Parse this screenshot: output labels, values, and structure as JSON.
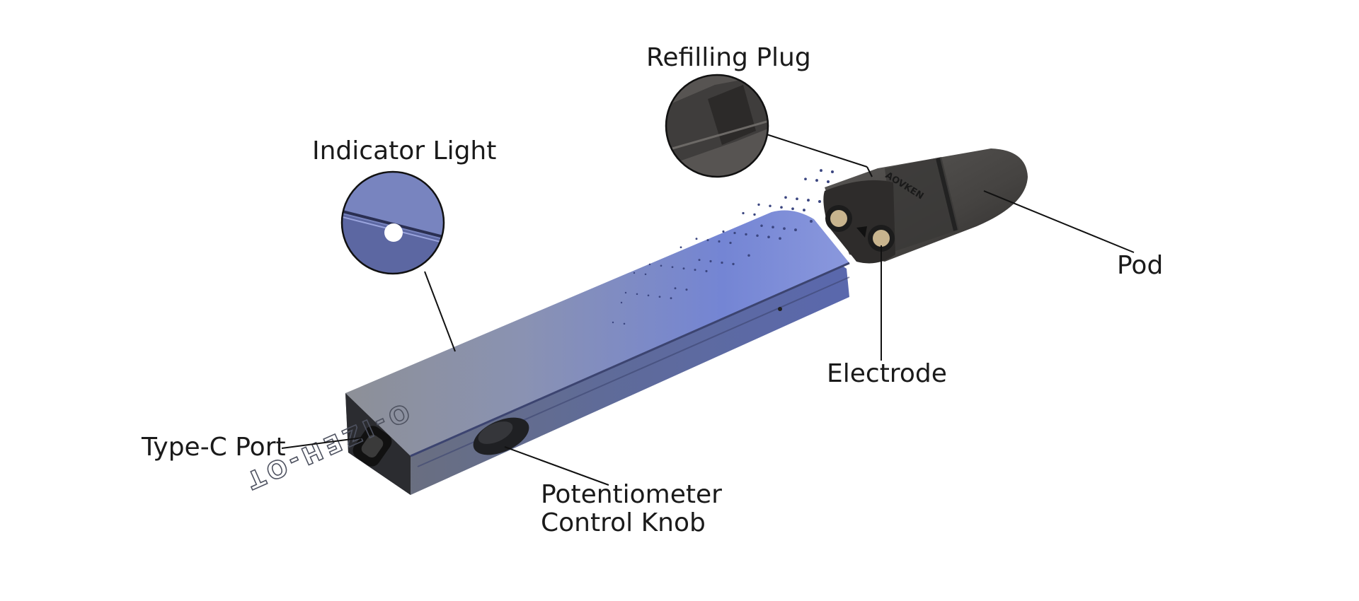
{
  "labels": {
    "refilling_plug": "Refilling Plug",
    "indicator_light": "Indicator Light",
    "pod": "Pod",
    "electrode": "Electrode",
    "type_c_port": "Type-C Port",
    "potentiometer_line1": "Potentiometer",
    "potentiometer_line2": "Control Knob"
  },
  "device": {
    "body_engraving": "O-IZEH-OT",
    "pod_brand": "AOVKEN"
  },
  "colors": {
    "body_gray": "#8a8e98",
    "body_blue": "#6f82d6",
    "pod_smoke": "#4a4847",
    "electrode_gold": "#c8b48e",
    "leader_line": "#111111"
  }
}
